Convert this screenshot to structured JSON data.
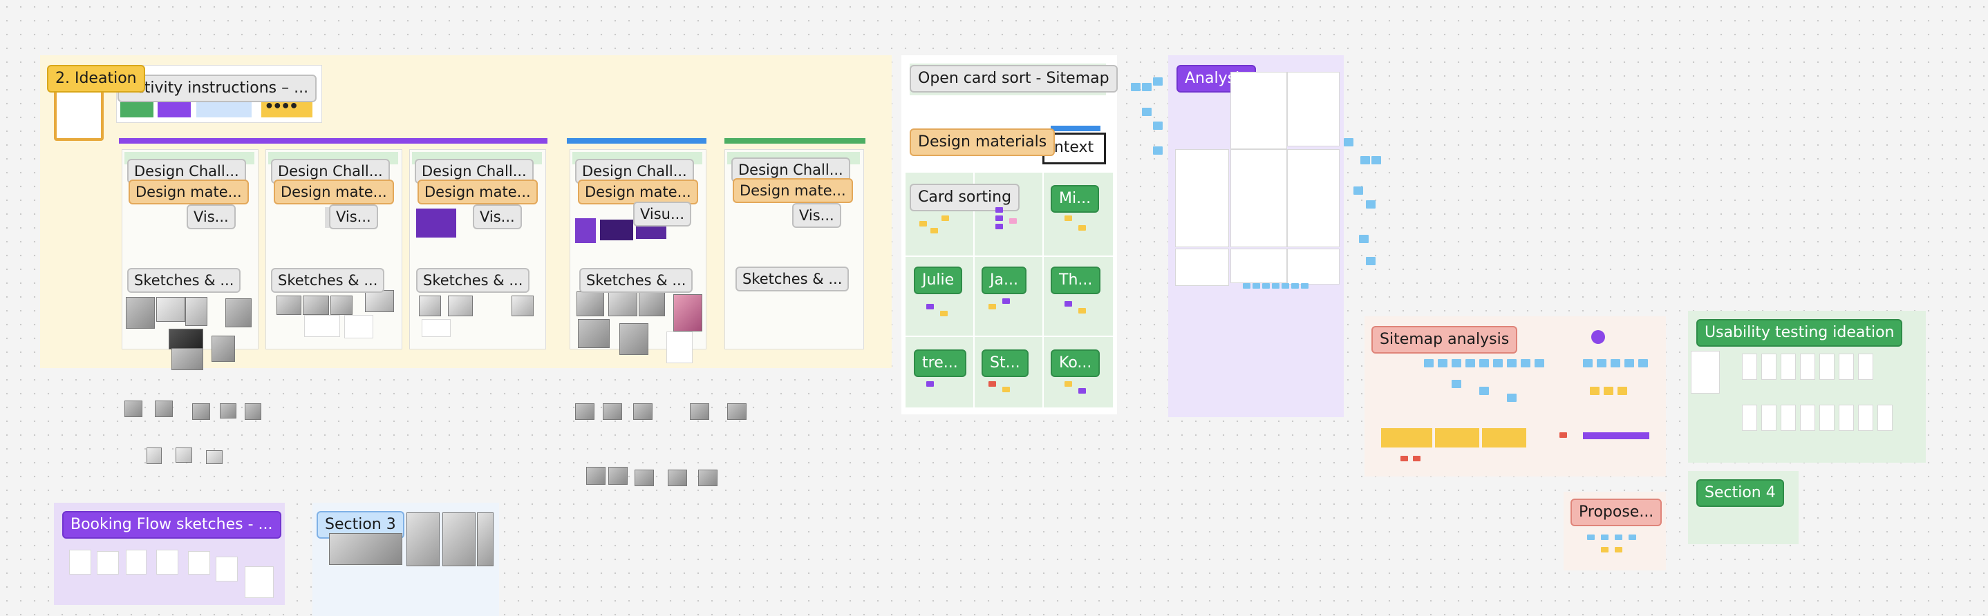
{
  "canvas": {
    "sections": {
      "ideation": "2. Ideation",
      "activity_instructions": "Activity instructions – ...",
      "booking_flow": "Booking Flow sketches - ...",
      "section3": "Section 3",
      "open_card_sort": "Open card sort - Sitemap",
      "design_materials": "Design materials",
      "context": "Context",
      "card_sorting": "Card sorting",
      "analysis": "Analysis",
      "sitemap_analysis": "Sitemap analysis",
      "usability_testing": "Usability testing ideation",
      "section4": "Section 4",
      "propose": "Propose..."
    },
    "ideation_columns": [
      {
        "challenge": "Design Chall...",
        "materials": "Design mate...",
        "vis": "Vis...",
        "sketches": "Sketches & ..."
      },
      {
        "challenge": "Design Chall...",
        "materials": "Design mate...",
        "vis": "Vis...",
        "sketches": "Sketches & ..."
      },
      {
        "challenge": "Design Chall...",
        "materials": "Design mate...",
        "vis": "Vis...",
        "sketches": "Sketches & ..."
      },
      {
        "challenge": "Design Chall...",
        "materials": "Design mate...",
        "vis": "Visu...",
        "sketches": "Sketches & ..."
      },
      {
        "challenge": "Design Chall...",
        "materials": "Design mate...",
        "vis": "Vis...",
        "sketches": "Sketches & ..."
      }
    ],
    "card_sort_groups": [
      "Mi...",
      "Julie",
      "Ja...",
      "Th...",
      "tre...",
      "St...",
      "Ko..."
    ],
    "colors": {
      "ideation_bg": "#fdf6dc",
      "analysis_bg": "#ece4fb",
      "green_bg": "#e2f1e2",
      "booking_bg": "#e8ddf8",
      "section3_bg": "#eef4fb",
      "sitemap_bg": "#faf1ec",
      "accent_purple": "#8a46e8",
      "accent_green": "#3fa85a",
      "accent_yellow": "#f7c948"
    }
  }
}
